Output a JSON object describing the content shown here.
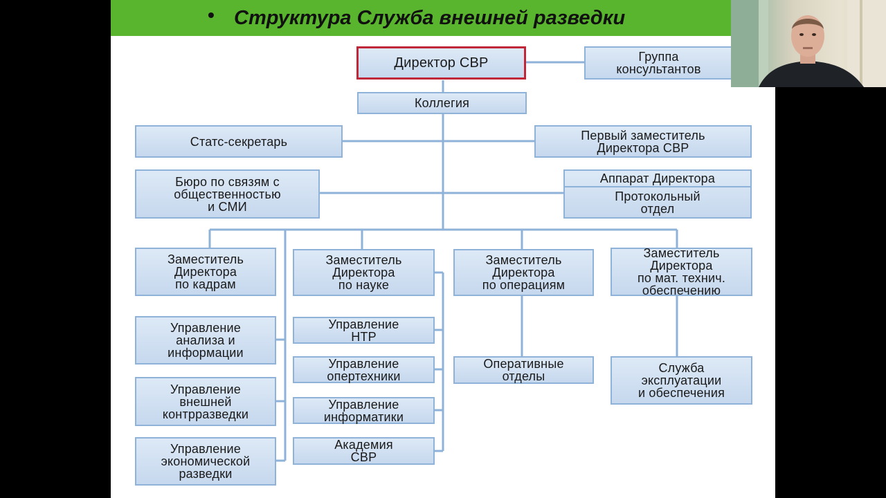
{
  "slide": {
    "title_bullet": "•",
    "title": "Структура Служба внешней разведки",
    "title_bar_color": "#5ab52e"
  },
  "diagram": {
    "director": "Директор СВР",
    "consultants": "Группа\nконсультантов",
    "collegium": "Коллегия",
    "state_secretary": "Статс-секретарь",
    "first_deputy": "Первый заместитель\nДиректора СВР",
    "press_bureau": "Бюро по связям с\nобщественностью\nи СМИ",
    "apparatus": "Аппарат Директора",
    "protocol": "Протокольный\nотдел",
    "deputy_personnel": "Заместитель\nДиректора\nпо кадрам",
    "deputy_science": "Заместитель\nДиректора\nпо науке",
    "deputy_operations": "Заместитель\nДиректора\nпо операциям",
    "deputy_logistics": "Заместитель\nДиректора\nпо мат. технич.\nобеспечению",
    "analysis_dept": "Управление\nанализа и\nинформации",
    "counterintel_dept": "Управление\nвнешней\nконтрразведки",
    "economic_dept": "Управление\nэкономической\nразведки",
    "ntr_dept": "Управление\nНТР",
    "optech_dept": "Управление\nопертехники",
    "informatics_dept": "Управление\nинформатики",
    "academy": "Академия\nСВР",
    "operative_depts": "Оперативные\nотделы",
    "maintenance_service": "Служба\nэксплуатации\nи обеспечения"
  },
  "colors": {
    "box_fill": "#d4e3f3",
    "box_border": "#8fb2d8",
    "connector": "#8fb2d8",
    "director_border": "#c0283a"
  },
  "webcam": {
    "description_icon": "presenter-webcam"
  }
}
